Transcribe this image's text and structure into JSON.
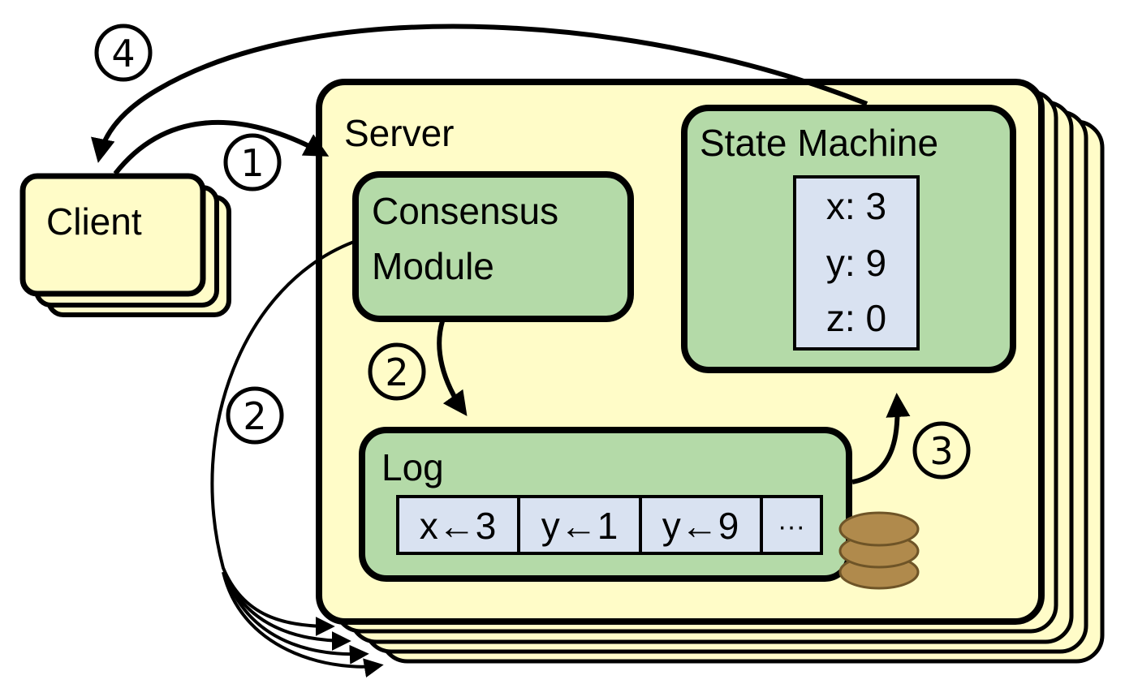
{
  "colors": {
    "server_fill": "#FFFCC8",
    "client_fill": "#FFFCC8",
    "module_fill": "#B4DAA8",
    "cell_fill": "#D9E2F1",
    "disk_fill": "#B08A4C",
    "disk_stroke": "#6E5427",
    "stroke": "#000000"
  },
  "client": {
    "label": "Client"
  },
  "server": {
    "label": "Server",
    "consensus_module": {
      "line1": "Consensus",
      "line2": "Module"
    },
    "state_machine": {
      "label": "State Machine",
      "entries": [
        "x: 3",
        "y: 9",
        "z: 0"
      ]
    },
    "log": {
      "label": "Log",
      "entries": [
        "x←3",
        "y←1",
        "y←9",
        "···"
      ]
    }
  },
  "steps": {
    "one": "1",
    "two_internal": "2",
    "two_external": "2",
    "three": "3",
    "four": "4"
  },
  "icons": {
    "disk": "disk-storage-icon"
  }
}
